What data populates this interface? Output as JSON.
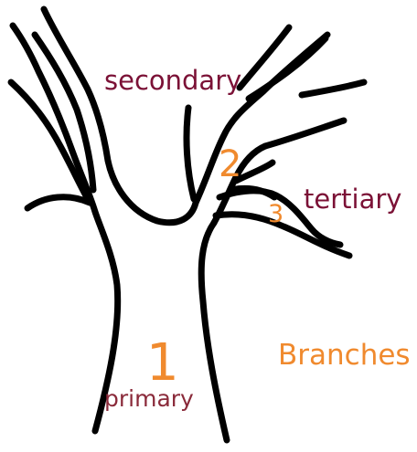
{
  "colors": {
    "stroke": "#000000",
    "dark_label": "#7b1136",
    "orange_label": "#f08a2e",
    "background": "#ffffff"
  },
  "labels": {
    "secondary": "secondary",
    "tertiary": "tertiary",
    "primary": "primary",
    "branches": "Branches"
  },
  "numbers": {
    "one": "1",
    "two": "2",
    "three": "3"
  }
}
